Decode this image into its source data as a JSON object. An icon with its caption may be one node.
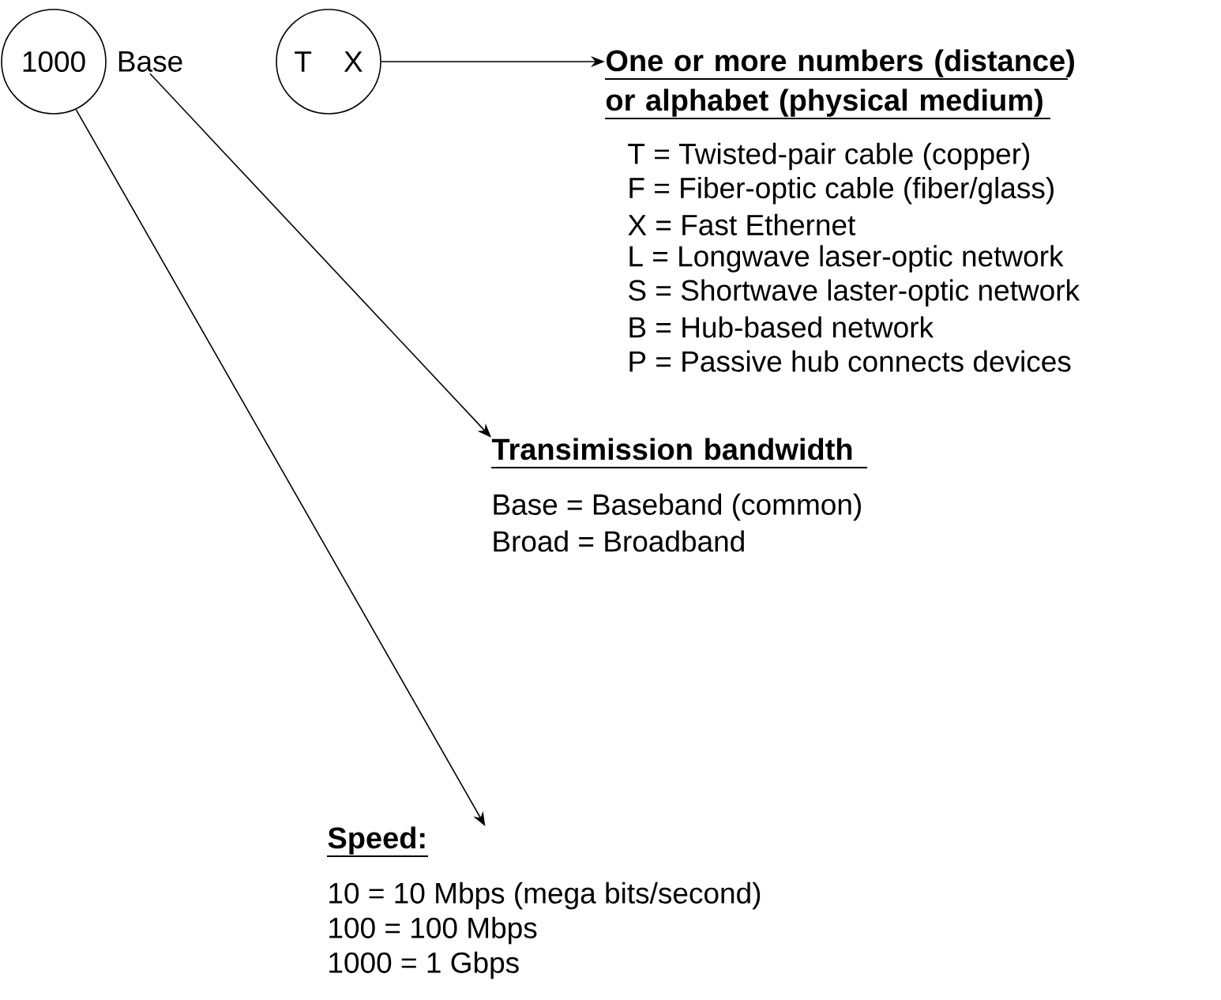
{
  "diagram": {
    "nodes": [
      {
        "text": [
          "1000"
        ]
      },
      {
        "text": [
          "Base"
        ]
      },
      {
        "text": [
          "T",
          "X"
        ]
      },
      {
        "text": [
          "One or more numbers (distance) or alphabet (physical medium)"
        ],
        "beside": [
          "T = Twisted-pair cable (copper)",
          "F = Fiber-optic cable (fiber/glass)",
          "X = Fast Ethernet",
          "L = Longwave laser-optic network",
          "S = Shortwave laster-optic network",
          "B = Hub-based network",
          "P = Passive hub connects devices"
        ]
      },
      {
        "text": [
          "Transimission bandwidth"
        ],
        "beside": [
          "Base = Baseband (common)",
          "Broad = Broadband"
        ]
      },
      {
        "text": [
          "Speed:"
        ],
        "beside": [
          "10 = 10 Mbps (mega bits/second)",
          "100 = 100 Mbps",
          "1000 = 1 Gbps"
        ]
      }
    ],
    "edges": [
      {
        "from": 2,
        "to": 3,
        "arrow": "to"
      },
      {
        "from": 1,
        "to": 4,
        "arrow": "to"
      },
      {
        "from": 0,
        "to": 5,
        "arrow": "to"
      }
    ]
  }
}
